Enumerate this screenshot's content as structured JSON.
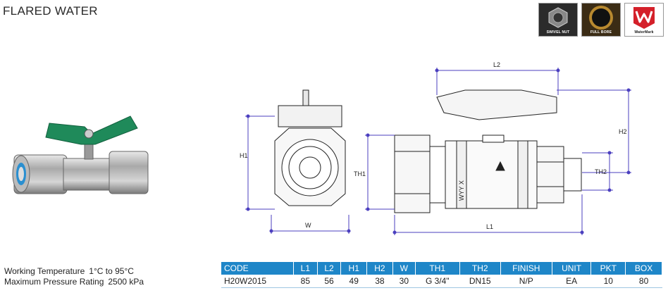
{
  "title": "FLARED WATER",
  "badges": [
    {
      "label": "SWIVEL NUT",
      "icon": "swivel-nut-icon"
    },
    {
      "label": "FULL BORE",
      "icon": "full-bore-icon"
    },
    {
      "label": "WaterMark",
      "icon": "watermark-icon"
    }
  ],
  "drawing": {
    "labels": {
      "l1": "L1",
      "l2": "L2",
      "h1": "H1",
      "h2": "H2",
      "w": "W",
      "th1": "TH1",
      "th2": "TH2"
    },
    "marking": "WYY X"
  },
  "specs": {
    "working_temperature": {
      "label": "Working Temperature",
      "value": "1°C to 95°C"
    },
    "max_pressure": {
      "label": "Maximum Pressure Rating",
      "value": "2500 kPa"
    }
  },
  "table": {
    "headers": [
      "CODE",
      "L1",
      "L2",
      "H1",
      "H2",
      "W",
      "TH1",
      "TH2",
      "FINISH",
      "UNIT",
      "PKT",
      "BOX"
    ],
    "rows": [
      [
        "H20W2015",
        "85",
        "56",
        "49",
        "38",
        "30",
        "G 3/4\"",
        "DN15",
        "N/P",
        "EA",
        "10",
        "80"
      ]
    ]
  },
  "colors": {
    "header_blue": "#1e86c8",
    "handle_green": "#1f8a5a",
    "watermark_red": "#d4202a"
  }
}
